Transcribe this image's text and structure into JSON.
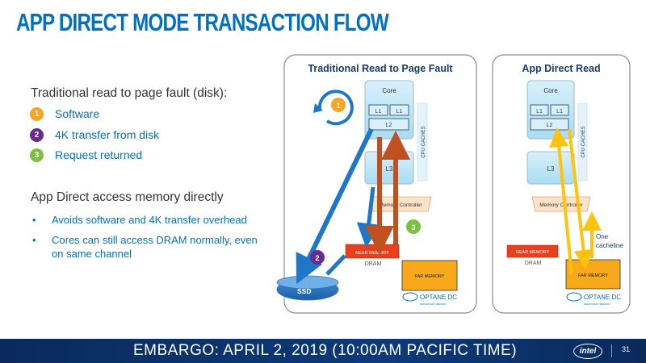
{
  "title": "APP DIRECT MODE TRANSACTION FLOW",
  "left": {
    "heading1": "Traditional read to page fault (disk):",
    "steps": [
      {
        "num": "1",
        "label": "Software",
        "color": "#f5a623"
      },
      {
        "num": "2",
        "label": "4K transfer from disk",
        "color": "#6b2c91"
      },
      {
        "num": "3",
        "label": "Request returned",
        "color": "#7ac143"
      }
    ],
    "heading2": "App Direct access memory directly",
    "bullets": [
      {
        "line1": "Avoids software and 4K transfer overhead",
        "line2": ""
      },
      {
        "line1": "Cores can still access DRAM normally, even",
        "line2": "on same channel"
      }
    ]
  },
  "panel1": {
    "title": "Traditional Read to Page Fault",
    "core": "Core",
    "l1a": "L1",
    "l1b": "L1",
    "l2": "L2",
    "l3": "L3",
    "cpu_caches": "CPU CACHES",
    "mem_ctrl": "Memory Controller",
    "near_mem": "NEAR MEMORY",
    "dram": "DRAM",
    "far_mem": "FAR MEMORY",
    "ssd": "SSD",
    "badge1": "1",
    "badge2": "2",
    "badge3": "3",
    "logo_text": "OPTANE DC",
    "logo_sub": "PERSISTENT MEMORY"
  },
  "panel2": {
    "title": "App Direct Read",
    "core": "Core",
    "l1a": "L1",
    "l1b": "L1",
    "l2": "L2",
    "l3": "L3",
    "cpu_caches": "CPU CACHES",
    "mem_ctrl": "Memory Controller",
    "near_mem": "NEAR MEMORY",
    "dram": "DRAM",
    "far_mem": "FAR MEMORY",
    "one": "One",
    "cacheline": "cacheline",
    "logo_text": "OPTANE DC",
    "logo_sub": "PERSISTENT MEMORY"
  },
  "footer": {
    "embargo": "EMBARGO: APRIL 2, 2019 (10:00AM PACIFIC TIME)",
    "logo": "intel",
    "page": "31"
  }
}
